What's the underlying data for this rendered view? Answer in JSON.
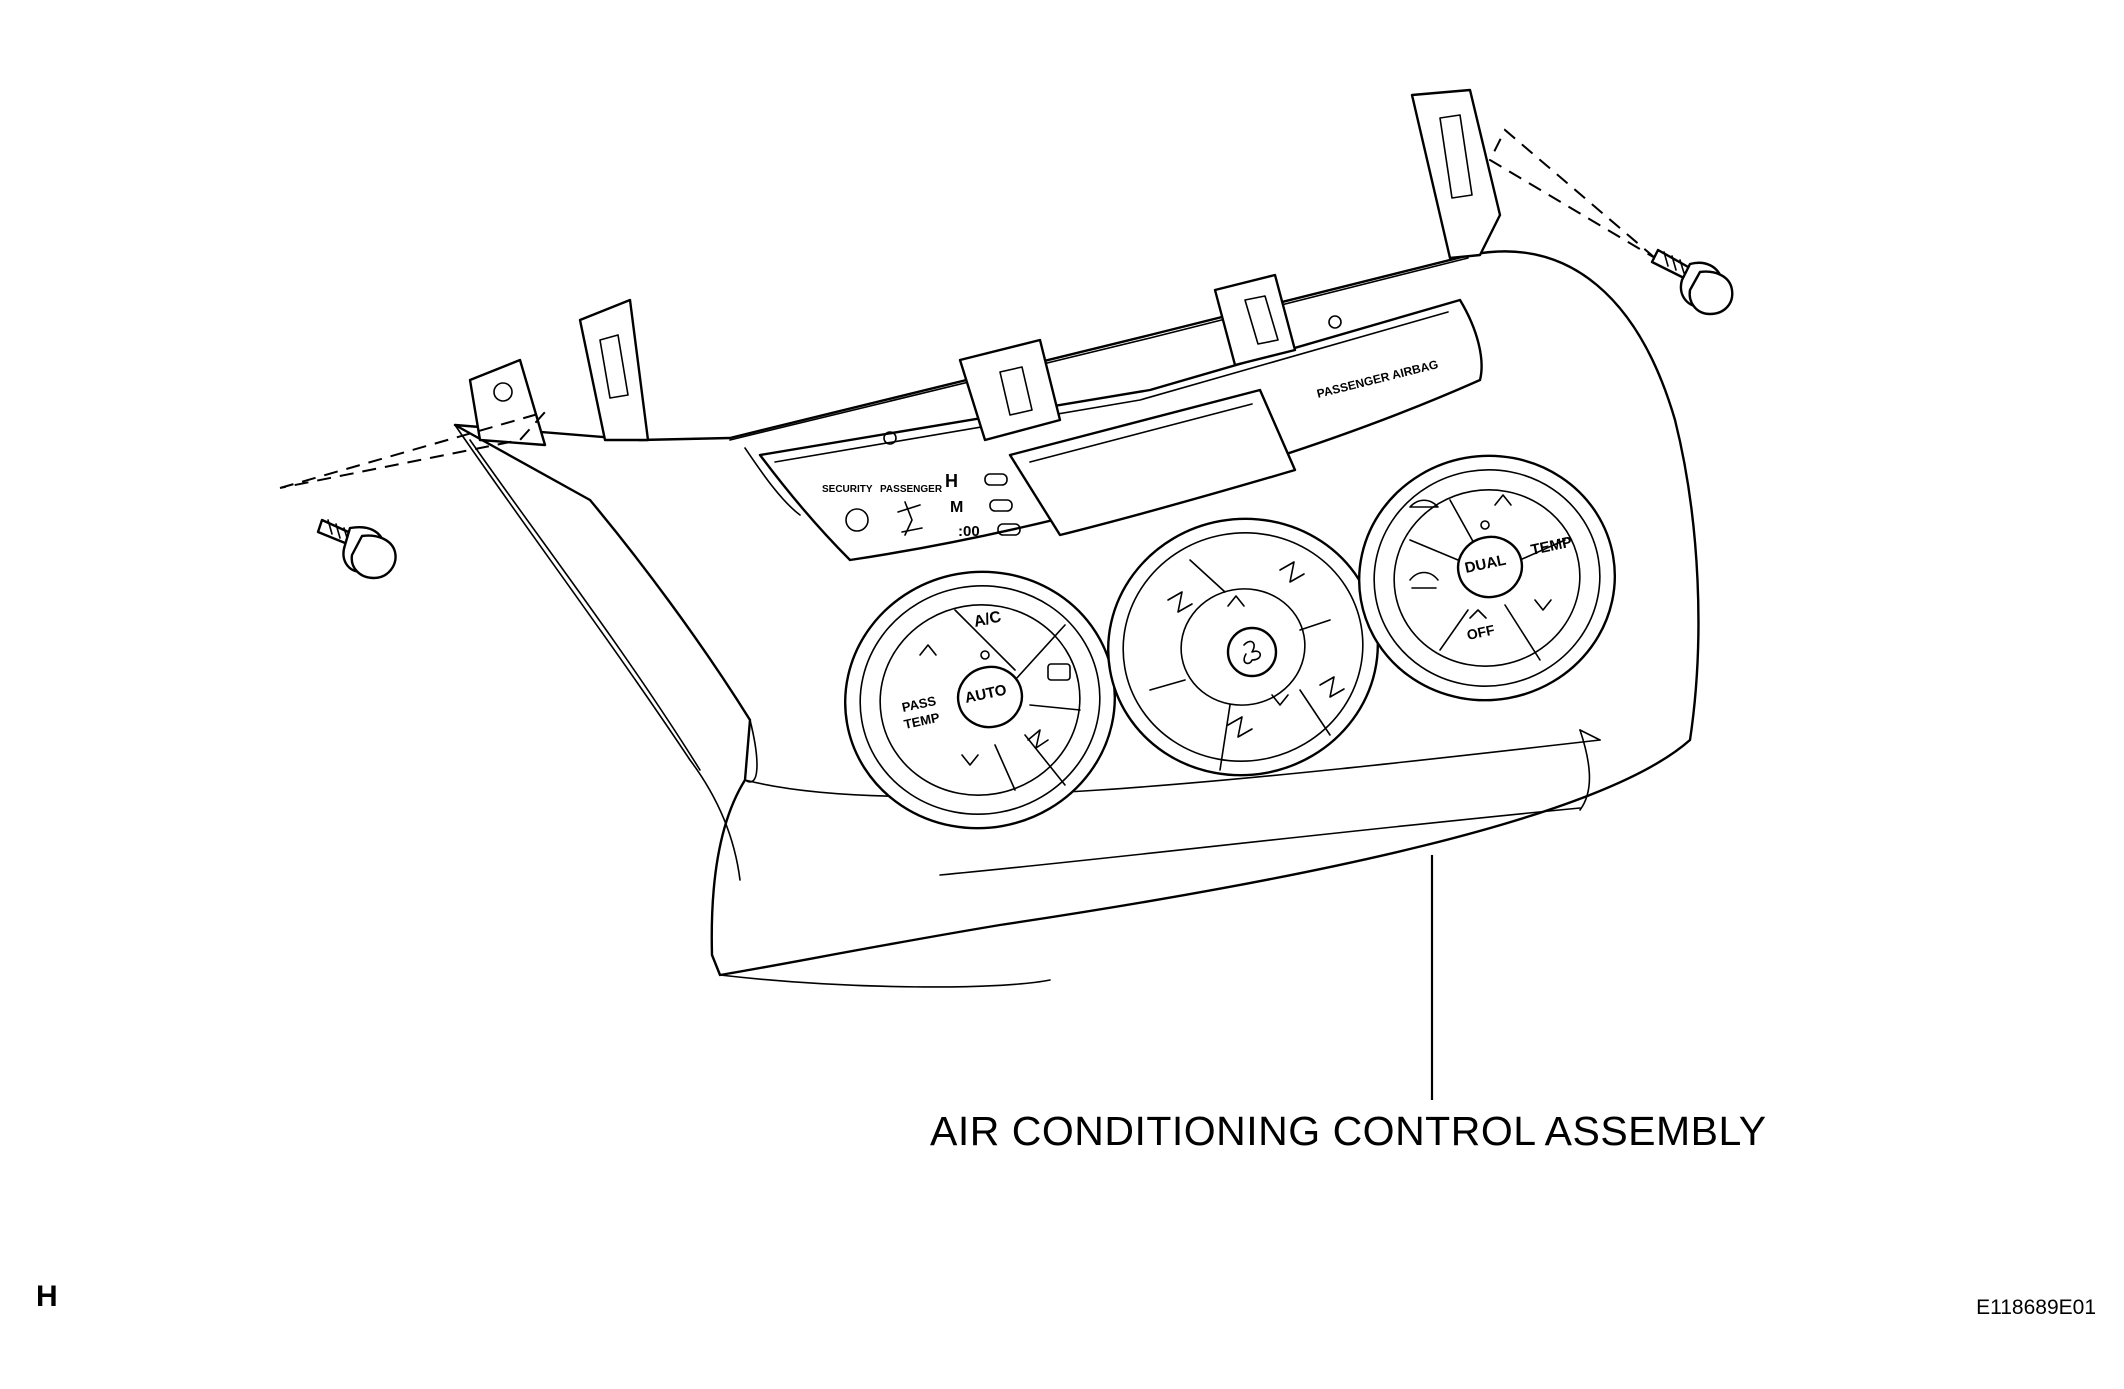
{
  "callout": {
    "label": "AIR CONDITIONING CONTROL ASSEMBLY"
  },
  "corner_letter": "H",
  "figure_code": "E118689E01",
  "panel_labels": {
    "security": "SECURITY",
    "passenger": "PASSENGER",
    "h": "H",
    "m": "M",
    "zero": ":00",
    "passenger_airbag": "PASSENGER AIRBAG"
  },
  "left_dial": {
    "ac": "A/C",
    "pass": "PASS",
    "temp": "TEMP",
    "auto": "AUTO"
  },
  "right_dial": {
    "dual": "DUAL",
    "temp": "TEMP",
    "off": "OFF"
  }
}
